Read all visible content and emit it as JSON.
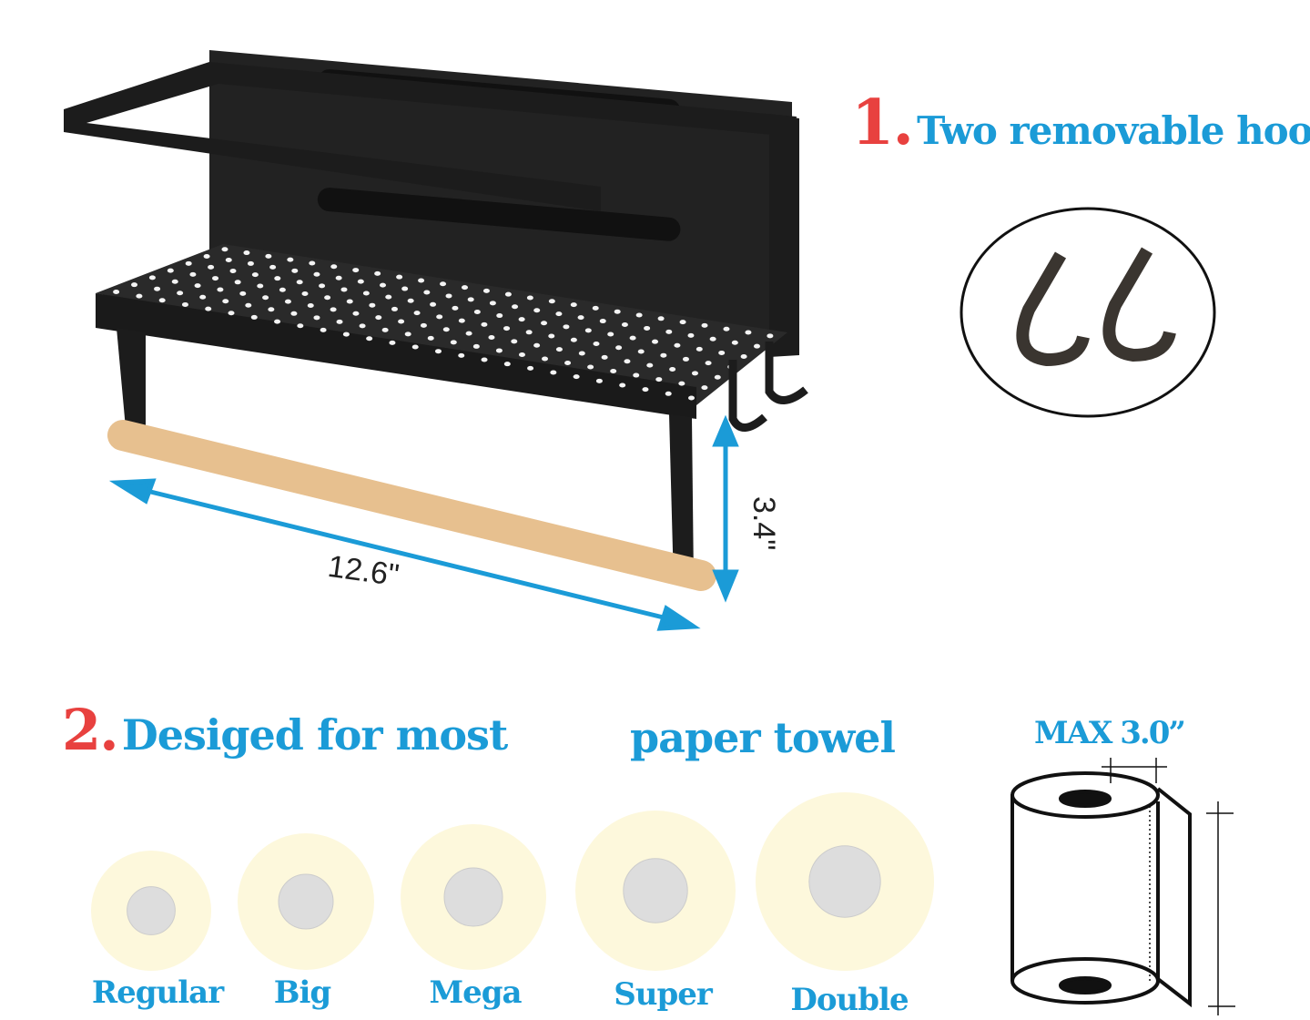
{
  "feature1": {
    "number": "1.",
    "text": "Two removable hooks"
  },
  "feature2": {
    "number": "2.",
    "text_left": "Desiged for most",
    "text_right": "paper towel"
  },
  "dimensions": {
    "width": "12.6\"",
    "height": "3.4\""
  },
  "roll_diagram": {
    "max_label": "MAX 3.0”"
  },
  "roll_sizes": [
    "Regular",
    "Big",
    "Mega",
    "Super",
    "Double"
  ],
  "colors": {
    "accent_blue": "#1b9bd7",
    "number_red": "#e8413f",
    "rack_black": "#1c1c1c",
    "wood": "#e7c08f",
    "roll_fill": "#fdf8dc",
    "roll_core": "#dddddd"
  }
}
